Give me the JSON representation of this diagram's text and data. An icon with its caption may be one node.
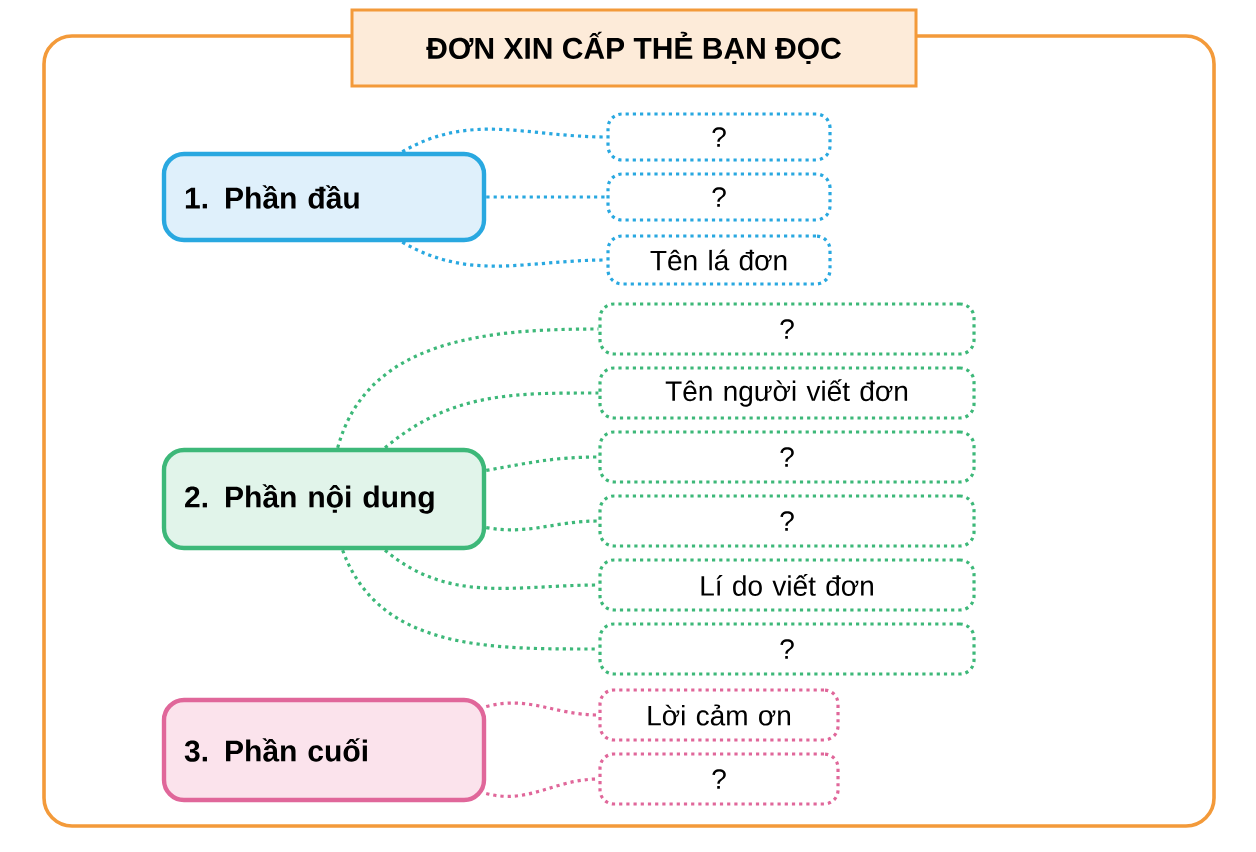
{
  "diagram": {
    "title": "ĐƠN XIN CẤP THẺ BẠN ĐỌC",
    "nodes": [
      {
        "text": [
          "1. Phần đầu"
        ]
      },
      {
        "text": [
          "?"
        ]
      },
      {
        "text": [
          "?"
        ]
      },
      {
        "text": [
          "Tên lá đơn"
        ]
      },
      {
        "text": [
          "2. Phần nội dung"
        ]
      },
      {
        "text": [
          "?"
        ]
      },
      {
        "text": [
          "Tên người viết đơn"
        ]
      },
      {
        "text": [
          "?"
        ]
      },
      {
        "text": [
          "?"
        ]
      },
      {
        "text": [
          "Lí do viết đơn"
        ]
      },
      {
        "text": [
          "?"
        ]
      },
      {
        "text": [
          "3. Phần cuối"
        ]
      },
      {
        "text": [
          "Lời cảm ơn"
        ]
      },
      {
        "text": [
          "?"
        ]
      }
    ],
    "edges": [
      {
        "from": 0,
        "to": 1,
        "arrow": "none",
        "color": "#29a8e0"
      },
      {
        "from": 0,
        "to": 2,
        "arrow": "none",
        "color": "#29a8e0"
      },
      {
        "from": 0,
        "to": 3,
        "arrow": "none",
        "color": "#29a8e0"
      },
      {
        "from": 4,
        "to": 5,
        "arrow": "none"
      },
      {
        "from": 4,
        "to": 6,
        "arrow": "none"
      },
      {
        "from": 4,
        "to": 7,
        "arrow": "none"
      },
      {
        "from": 4,
        "to": 8,
        "arrow": "none"
      },
      {
        "from": 4,
        "to": 9,
        "arrow": "none"
      },
      {
        "from": 4,
        "to": 10,
        "arrow": "none"
      },
      {
        "from": 11,
        "to": 12,
        "arrow": "none",
        "color": "#e0679a"
      },
      {
        "from": 11,
        "to": 13,
        "arrow": "none",
        "color": "#e0679a"
      }
    ]
  }
}
